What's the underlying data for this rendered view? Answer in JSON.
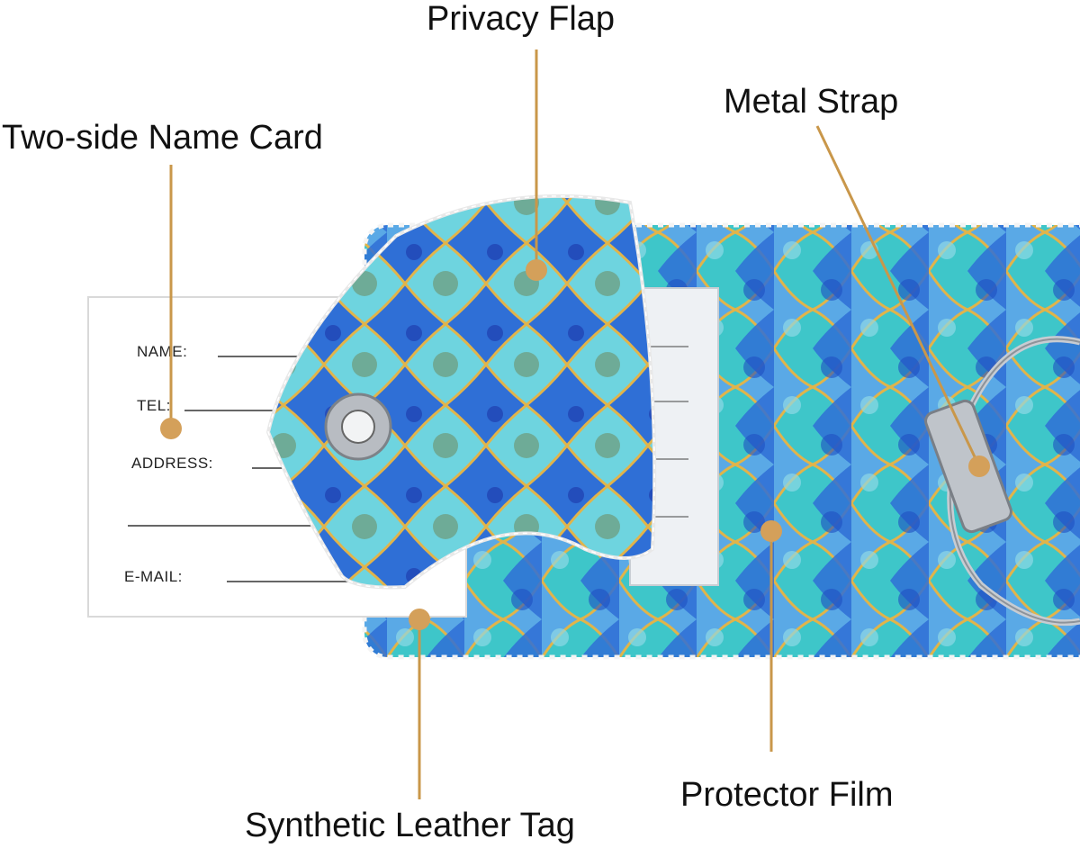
{
  "callouts": {
    "privacy_flap": "Privacy Flap",
    "metal_strap": "Metal Strap",
    "name_card": "Two-side Name Card",
    "protector_film": "Protector Film",
    "leather_tag": "Synthetic Leather Tag"
  },
  "name_card_fields": {
    "name": "NAME:",
    "tel": "TEL:",
    "address": "ADDRESS:",
    "email": "E-MAIL:"
  },
  "colors": {
    "callout_line": "#c9974a",
    "callout_dot": "#d4a05a",
    "tag_blue": "#2f6fd6",
    "tag_teal": "#3ec6c9",
    "gold_outline": "#e1b44a"
  }
}
